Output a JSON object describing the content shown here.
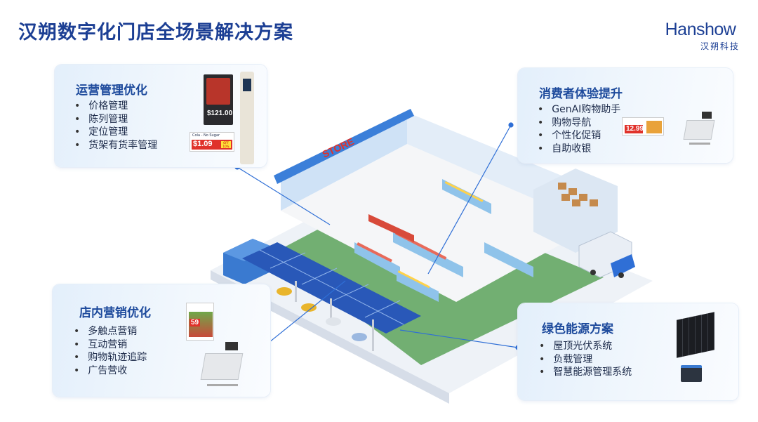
{
  "title": "汉朔数字化门店全场景解决方案",
  "logo": {
    "en": "Hanshow",
    "cn": "汉朔科技"
  },
  "colors": {
    "brand": "#1c3f94",
    "accent_red": "#e0322b",
    "line": "#2f6fd6"
  },
  "cards": [
    {
      "title": "运营管理优化",
      "items": [
        "价格管理",
        "陈列管理",
        "定位管理",
        "货架有货率管理"
      ],
      "product": {
        "tag": "Cola - No Sugar",
        "price": "$1.09",
        "badge": "OFF 10%",
        "screen_price": "$121.00"
      }
    },
    {
      "title": "消费者体验提升",
      "items": [
        "GenAI购物助手",
        "购物导航",
        "个性化促销",
        "自助收银"
      ],
      "product": {
        "price": "12.99"
      }
    },
    {
      "title": "店内营销优化",
      "items": [
        "多触点营销",
        "互动营销",
        "购物轨迹追踪",
        "广告营收"
      ],
      "product": {
        "price": "59"
      }
    },
    {
      "title": "绿色能源方案",
      "items": [
        "屋顶光伏系统",
        "负载管理",
        "智慧能源管理系统"
      ]
    }
  ],
  "store": {
    "sign": "STORE"
  }
}
